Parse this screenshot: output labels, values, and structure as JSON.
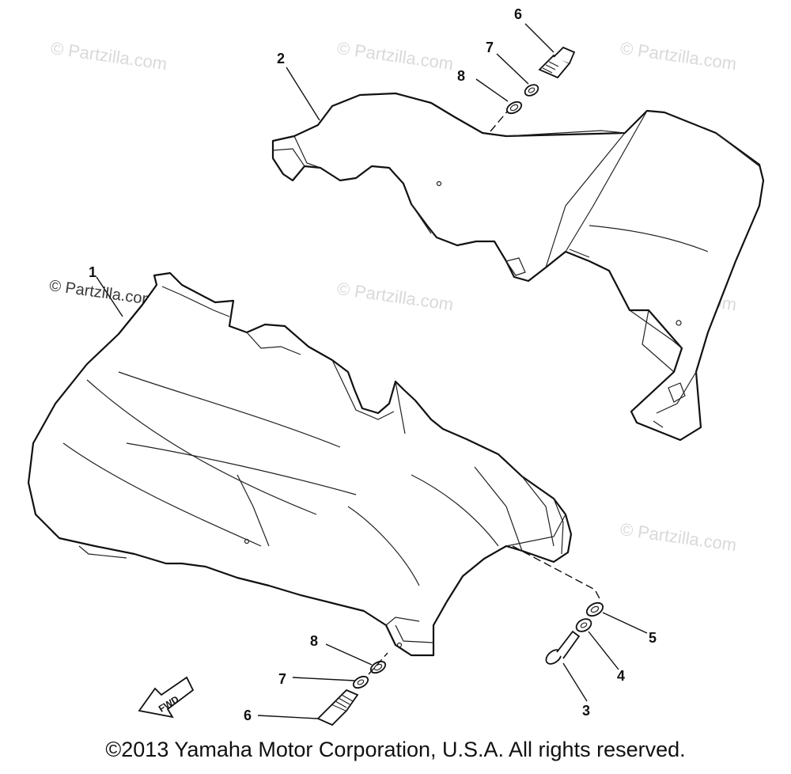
{
  "watermark": {
    "text": "© Partzilla.com",
    "dark_text": "© Partzilla.com"
  },
  "callouts": {
    "c1": "1",
    "c2": "2",
    "c3": "3",
    "c4": "4",
    "c5": "5",
    "c6_top": "6",
    "c7_top": "7",
    "c8_top": "8",
    "c6_bottom": "6",
    "c7_bottom": "7",
    "c8_bottom": "8"
  },
  "fwd_label": "FWD",
  "copyright": "©2013 Yamaha Motor Corporation, U.S.A. All rights reserved."
}
